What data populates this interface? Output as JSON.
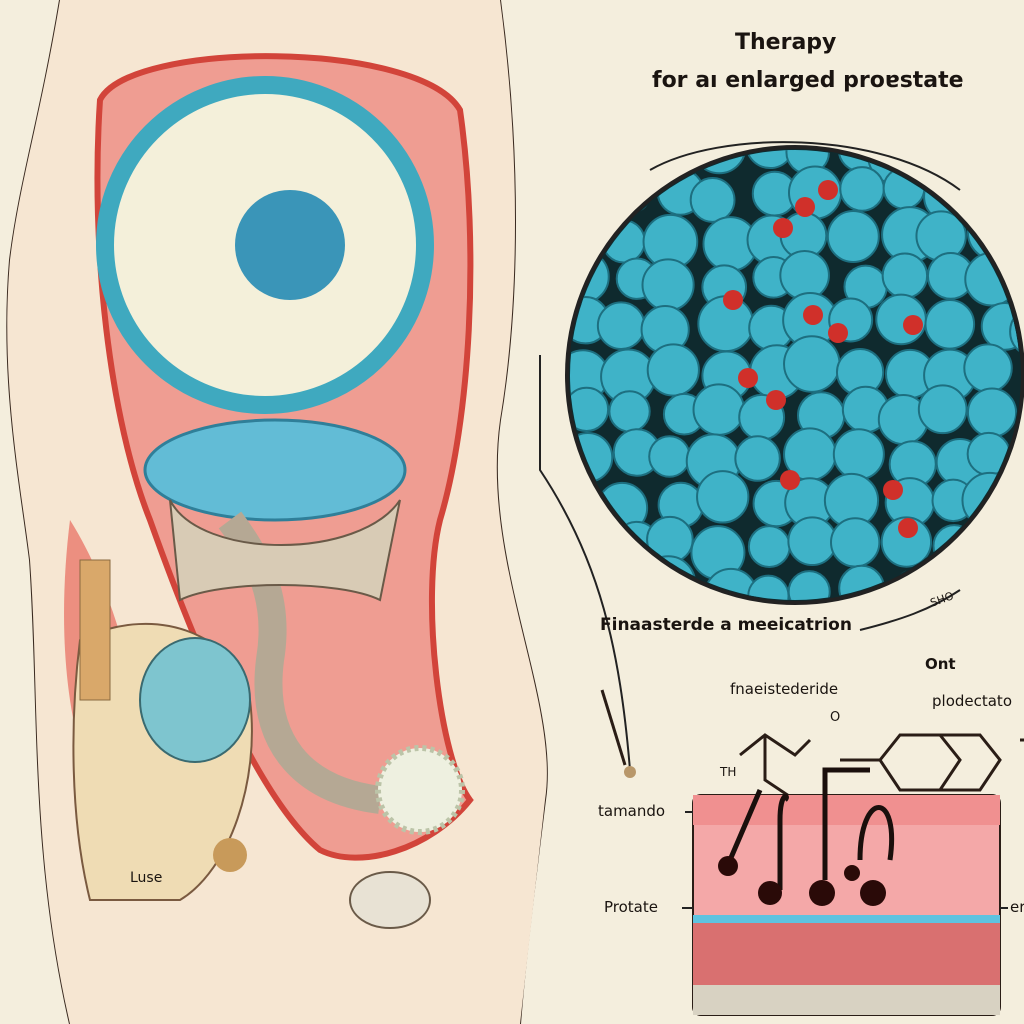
{
  "title": {
    "line1": "Therapy",
    "line2": "for aı enlarged proɐstate"
  },
  "labels": {
    "medication": "Finaasterde a meeicatrion",
    "molecule_name": "fnaeistederide",
    "ont": "Ont",
    "plodectato": "plodectato",
    "th": "TH",
    "tamando": "tamando",
    "protate": "Protate",
    "erotdi": "erotdi",
    "luse": "Luse",
    "sho": "SHO",
    "oxygen": "O"
  },
  "colors": {
    "background": "#f4eedd",
    "teal": "#3fb3c8",
    "red": "#d0302a",
    "tissue": "#f2a0a0",
    "skin": "#f6e6d2"
  }
}
